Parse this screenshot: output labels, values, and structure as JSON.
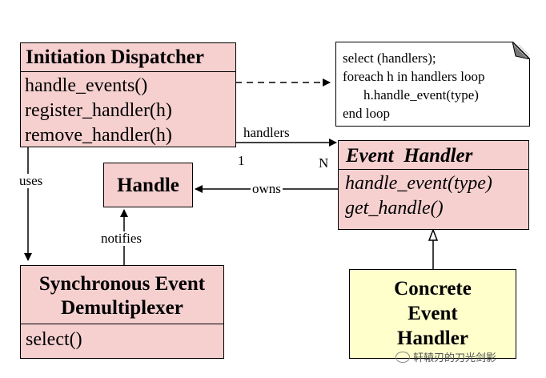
{
  "initiation_dispatcher": {
    "title": "Initiation Dispatcher",
    "methods": [
      "handle_events()",
      "register_handler(h)",
      "remove_handler(h)"
    ]
  },
  "note": {
    "lines": [
      "select (handlers);",
      "foreach h in handlers loop",
      "h.handle_event(type)",
      "end loop"
    ]
  },
  "event_handler": {
    "title": "Event  Handler",
    "methods": [
      "handle_event(type)",
      "get_handle()"
    ]
  },
  "handle": {
    "title": "Handle"
  },
  "sync_demux": {
    "title_lines": [
      "Synchronous Event",
      "Demultiplexer"
    ],
    "methods": [
      "select()"
    ]
  },
  "concrete_handler": {
    "title_lines": [
      "Concrete",
      "Event",
      "Handler"
    ]
  },
  "labels": {
    "handlers": "handlers",
    "mult_one": "1",
    "mult_n": "N",
    "uses": "uses",
    "owns": "owns",
    "notifies": "notifies"
  },
  "watermark": "轩辕刃的刀光剑影",
  "colors": {
    "class_fill": "#f6cfcf",
    "concrete_fill": "#ffffcc",
    "line": "#000000"
  }
}
